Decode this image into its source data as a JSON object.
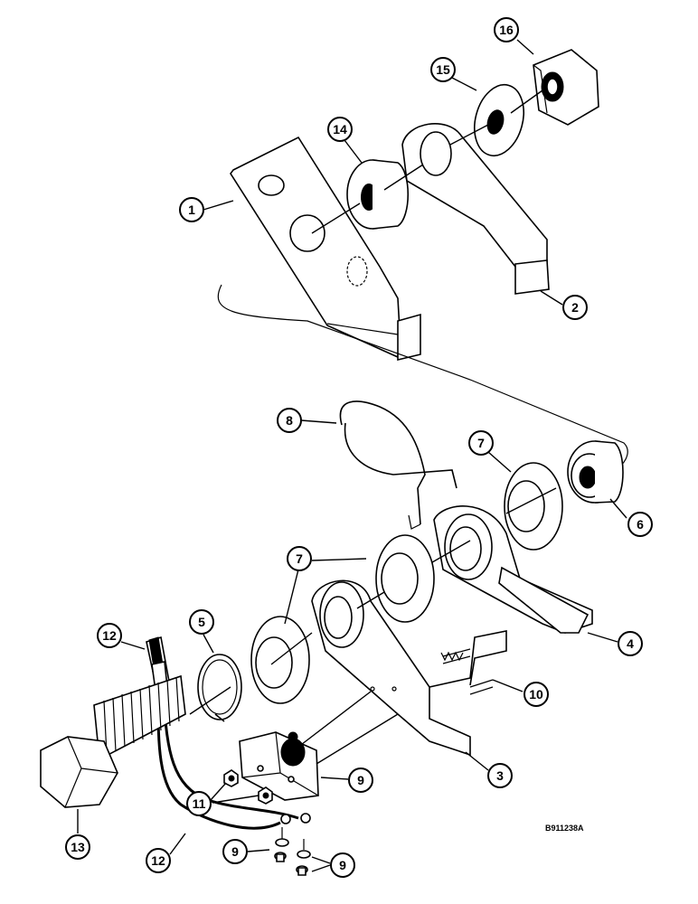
{
  "diagram": {
    "drawing_code": "B911238A",
    "callouts": [
      {
        "id": "c1",
        "label": "1"
      },
      {
        "id": "c2",
        "label": "2"
      },
      {
        "id": "c3",
        "label": "3"
      },
      {
        "id": "c4",
        "label": "4"
      },
      {
        "id": "c5",
        "label": "5"
      },
      {
        "id": "c6",
        "label": "6"
      },
      {
        "id": "c7a",
        "label": "7"
      },
      {
        "id": "c7b",
        "label": "7"
      },
      {
        "id": "c8",
        "label": "8"
      },
      {
        "id": "c9a",
        "label": "9"
      },
      {
        "id": "c9b",
        "label": "9"
      },
      {
        "id": "c9c",
        "label": "9"
      },
      {
        "id": "c10",
        "label": "10"
      },
      {
        "id": "c11",
        "label": "11"
      },
      {
        "id": "c12a",
        "label": "12"
      },
      {
        "id": "c12b",
        "label": "12"
      },
      {
        "id": "c13",
        "label": "13"
      },
      {
        "id": "c14",
        "label": "14"
      },
      {
        "id": "c15",
        "label": "15"
      },
      {
        "id": "c16",
        "label": "16"
      }
    ]
  }
}
